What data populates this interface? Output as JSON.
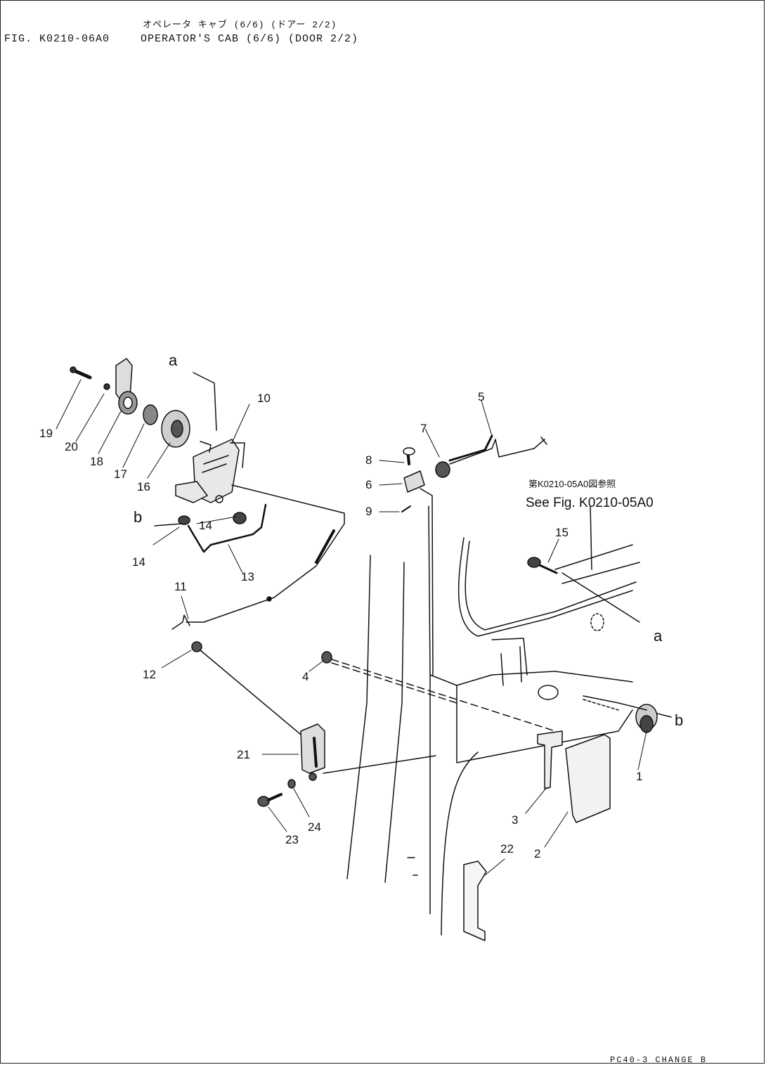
{
  "header": {
    "japanese_title": "オペレータ キャブ (6/6) (ドアー 2/2)",
    "figure_number": "FIG. K0210-06A0",
    "title": "OPERATOR'S CAB (6/6) (DOOR 2/2)"
  },
  "reference": {
    "japanese": "第K0210-05A0図参照",
    "english": "See Fig. K0210-05A0"
  },
  "part_labels": {
    "p1": "1",
    "p2": "2",
    "p3": "3",
    "p4": "4",
    "p5": "5",
    "p6": "6",
    "p7": "7",
    "p8": "8",
    "p9": "9",
    "p10": "10",
    "p11": "11",
    "p12": "12",
    "p13": "13",
    "p14a": "14",
    "p14b": "14",
    "p15": "15",
    "p16": "16",
    "p17": "17",
    "p18": "18",
    "p19": "19",
    "p20": "20",
    "p21": "21",
    "p22": "22",
    "p23": "23",
    "p24": "24"
  },
  "connectors": {
    "a_top": "a",
    "a_right": "a",
    "b_left": "b",
    "b_right": "b"
  },
  "footer": "PC40-3 CHANGE B"
}
